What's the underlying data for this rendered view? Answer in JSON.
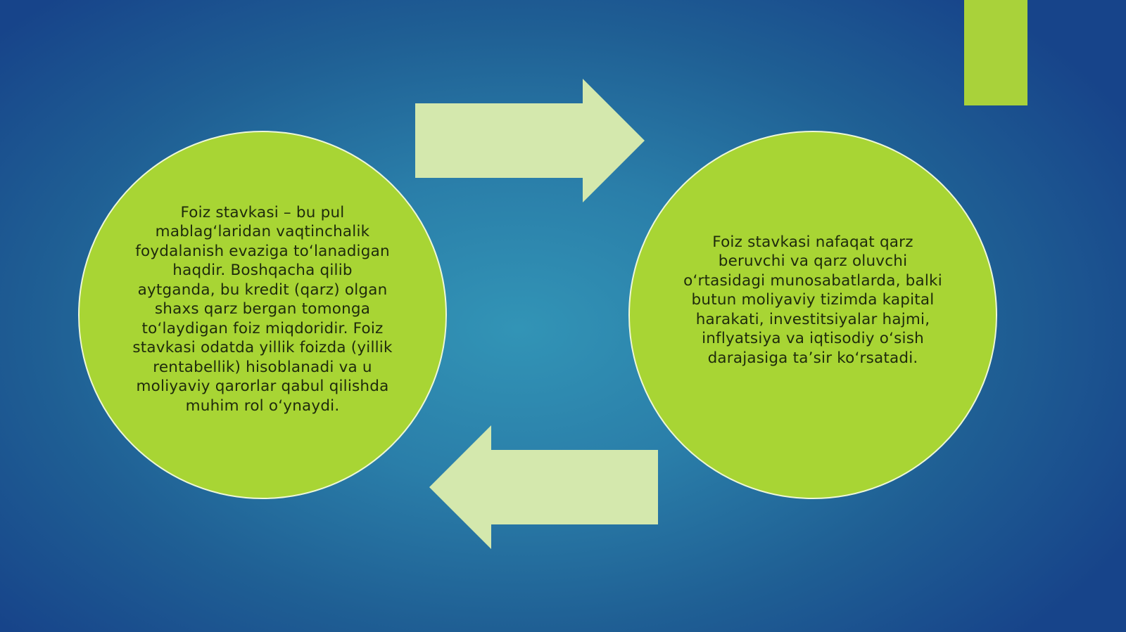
{
  "slide": {
    "colors": {
      "background_center": "#3294b6",
      "background_edge": "#17448a",
      "accent": "#a9d23a",
      "circle_fill": "#a8d534",
      "arrow_fill": "#d4e8ad"
    }
  },
  "diagram": {
    "left_circle": {
      "text": "Foiz stavkasi – bu pul mablag‘laridan vaqtinchalik foydalanish evaziga to‘lanadigan haqdir. Boshqacha qilib aytganda, bu kredit (qarz) olgan shaxs qarz bergan tomonga to‘laydigan foiz miqdoridir. Foiz stavkasi odatda yillik foizda (yillik rentabellik) hisoblanadi va u moliyaviy qarorlar qabul qilishda muhim rol o‘ynaydi."
    },
    "right_circle": {
      "text": "Foiz stavkasi nafaqat qarz beruvchi va qarz oluvchi o‘rtasidagi munosabatlarda, balki butun moliyaviy tizimda kapital harakati, investitsiyalar hajmi, inflyatsiya va iqtisodiy o‘sish darajasiga ta’sir ko‘rsatadi."
    },
    "arrows": [
      {
        "direction": "right"
      },
      {
        "direction": "left"
      }
    ]
  }
}
